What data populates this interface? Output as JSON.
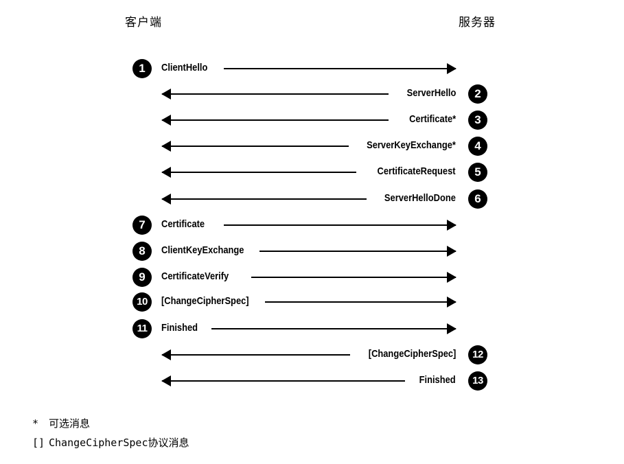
{
  "endpoints": {
    "client": "客户端",
    "server": "服务器"
  },
  "messages": [
    {
      "num": "1",
      "label": "ClientHello",
      "direction": "client-to-server"
    },
    {
      "num": "2",
      "label": "ServerHello",
      "direction": "server-to-client"
    },
    {
      "num": "3",
      "label": "Certificate*",
      "direction": "server-to-client"
    },
    {
      "num": "4",
      "label": "ServerKeyExchange*",
      "direction": "server-to-client"
    },
    {
      "num": "5",
      "label": "CertificateRequest",
      "direction": "server-to-client"
    },
    {
      "num": "6",
      "label": "ServerHelloDone",
      "direction": "server-to-client"
    },
    {
      "num": "7",
      "label": "Certificate",
      "direction": "client-to-server"
    },
    {
      "num": "8",
      "label": "ClientKeyExchange",
      "direction": "client-to-server"
    },
    {
      "num": "9",
      "label": "CertificateVerify",
      "direction": "client-to-server"
    },
    {
      "num": "10",
      "label": "[ChangeCipherSpec]",
      "direction": "client-to-server"
    },
    {
      "num": "11",
      "label": "Finished",
      "direction": "client-to-server"
    },
    {
      "num": "12",
      "label": "[ChangeCipherSpec]",
      "direction": "server-to-client"
    },
    {
      "num": "13",
      "label": "Finished",
      "direction": "server-to-client"
    }
  ],
  "notes": [
    {
      "symbol": "*",
      "text": "可选消息"
    },
    {
      "symbol": "[]",
      "text": "ChangeCipherSpec协议消息"
    }
  ]
}
